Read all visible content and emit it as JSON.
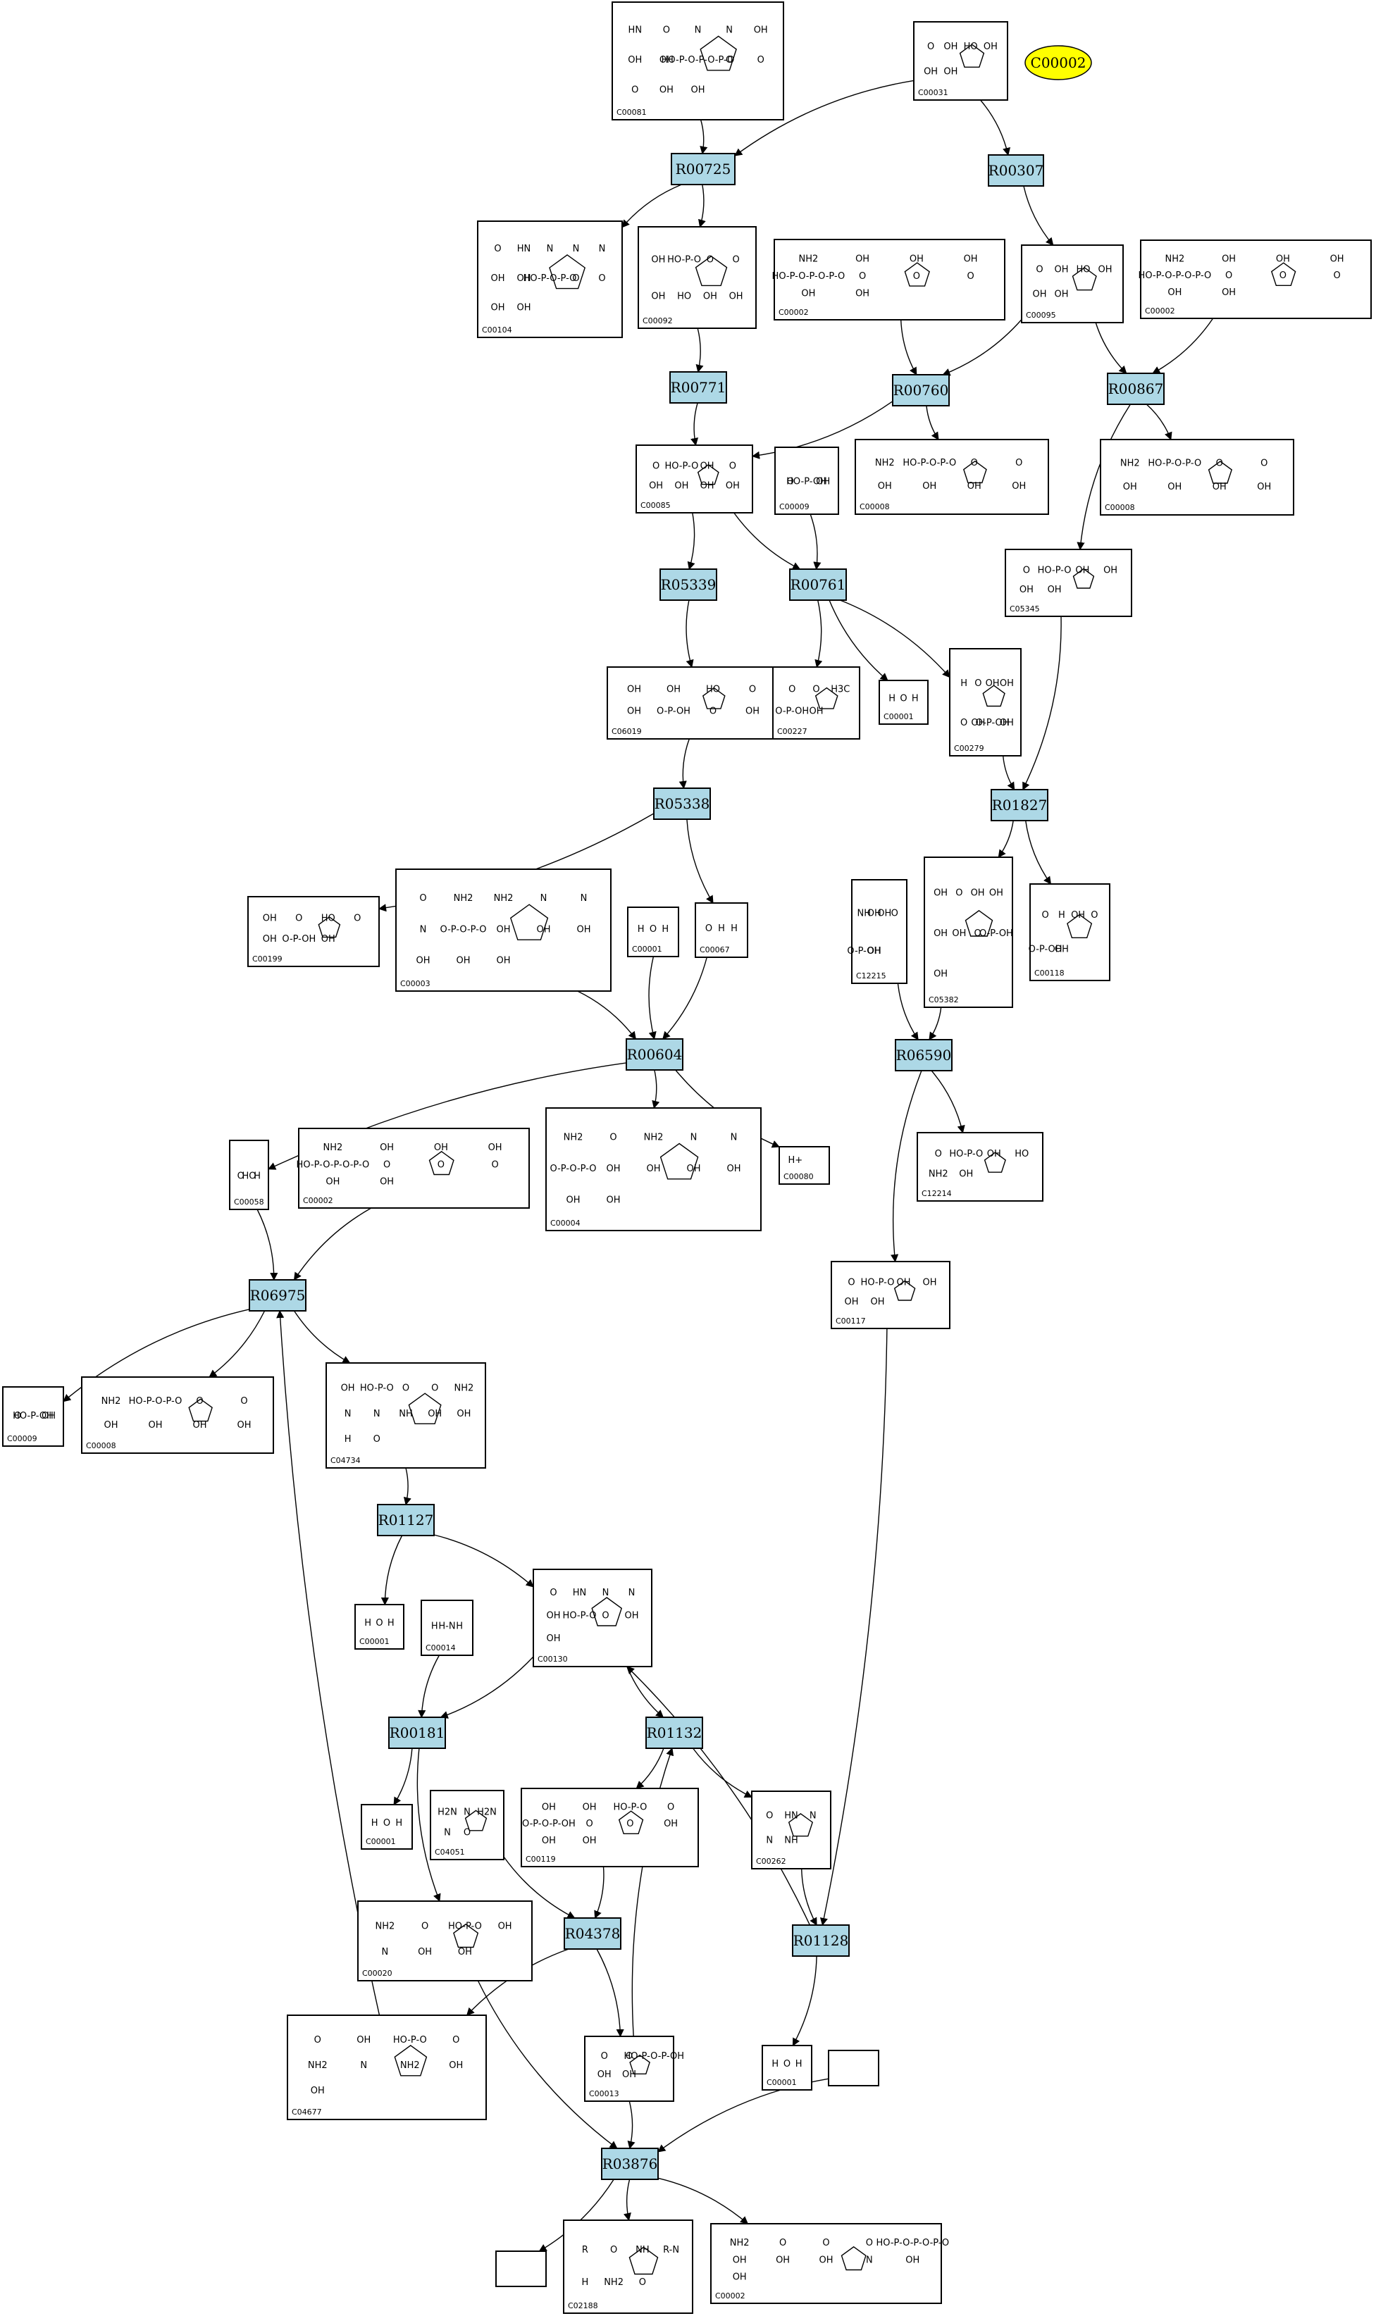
{
  "highlight": {
    "label": "C00002",
    "color": "#ffff00"
  },
  "colors": {
    "reaction_fill": "#add8e6",
    "compound_fill": "#ffffff",
    "stroke": "#000000"
  },
  "reactions": [
    {
      "id": "R00725",
      "label": "R00725"
    },
    {
      "id": "R00307",
      "label": "R00307"
    },
    {
      "id": "R00771",
      "label": "R00771"
    },
    {
      "id": "R00760",
      "label": "R00760"
    },
    {
      "id": "R00867",
      "label": "R00867"
    },
    {
      "id": "R05339",
      "label": "R05339"
    },
    {
      "id": "R00761",
      "label": "R00761"
    },
    {
      "id": "R05338",
      "label": "R05338"
    },
    {
      "id": "R01827",
      "label": "R01827"
    },
    {
      "id": "R00604",
      "label": "R00604"
    },
    {
      "id": "R06590",
      "label": "R06590"
    },
    {
      "id": "R06975",
      "label": "R06975"
    },
    {
      "id": "R01127",
      "label": "R01127"
    },
    {
      "id": "R00181",
      "label": "R00181"
    },
    {
      "id": "R01132",
      "label": "R01132"
    },
    {
      "id": "R04378",
      "label": "R04378"
    },
    {
      "id": "R01128",
      "label": "R01128"
    },
    {
      "id": "R03876",
      "label": "R03876"
    }
  ],
  "compounds": [
    {
      "id": "c_C00081",
      "label": "C00081",
      "texts": [
        "HN",
        "O",
        "N",
        "N",
        "OH",
        "OH",
        "OH",
        "HO-P-O-P-O-P-O",
        "O",
        "O",
        "O",
        "OH",
        "OH"
      ]
    },
    {
      "id": "c_C00031",
      "label": "C00031",
      "texts": [
        "O",
        "OH",
        "HO",
        "OH",
        "OH",
        "OH"
      ]
    },
    {
      "id": "c_C00104",
      "label": "C00104",
      "texts": [
        "O",
        "HN",
        "N",
        "N",
        "N",
        "OH",
        "OH",
        "HO-P-O-P-O",
        "O",
        "O",
        "OH",
        "OH"
      ]
    },
    {
      "id": "c_C00092",
      "label": "C00092",
      "texts": [
        "OH",
        "HO-P-O",
        "O",
        "O",
        "OH",
        "HO",
        "OH",
        "OH"
      ]
    },
    {
      "id": "c_C00002a",
      "label": "C00002",
      "texts": [
        "NH2",
        "OH",
        "OH",
        "OH",
        "HO-P-O-P-O-P-O",
        "O",
        "O",
        "O",
        "OH",
        "OH"
      ]
    },
    {
      "id": "c_C00095",
      "label": "C00095",
      "texts": [
        "O",
        "OH",
        "HO",
        "OH",
        "OH",
        "OH"
      ]
    },
    {
      "id": "c_C00002b",
      "label": "C00002",
      "texts": [
        "NH2",
        "OH",
        "OH",
        "OH",
        "HO-P-O-P-O-P-O",
        "O",
        "O",
        "O",
        "OH",
        "OH"
      ]
    },
    {
      "id": "c_C00085",
      "label": "C00085",
      "texts": [
        "O",
        "HO-P-O",
        "OH",
        "O",
        "OH",
        "OH",
        "OH",
        "OH"
      ]
    },
    {
      "id": "c_C00009a",
      "label": "C00009",
      "texts": [
        "O",
        "HO-P-OH",
        "OH"
      ]
    },
    {
      "id": "c_C00008a",
      "label": "C00008",
      "texts": [
        "NH2",
        "HO-P-O-P-O",
        "O",
        "O",
        "OH",
        "OH",
        "OH",
        "OH"
      ]
    },
    {
      "id": "c_C00008b",
      "label": "C00008",
      "texts": [
        "NH2",
        "HO-P-O-P-O",
        "O",
        "O",
        "OH",
        "OH",
        "OH",
        "OH"
      ]
    },
    {
      "id": "c_C05345",
      "label": "C05345",
      "texts": [
        "O",
        "HO-P-O",
        "OH",
        "OH",
        "OH",
        "OH"
      ]
    },
    {
      "id": "c_C06019",
      "label": "C06019",
      "texts": [
        "OH",
        "OH",
        "HO",
        "O",
        "OH",
        "O-P-OH",
        "O",
        "OH"
      ]
    },
    {
      "id": "c_C00227",
      "label": "C00227",
      "texts": [
        "O",
        "O",
        "H3C",
        "O-P-OH",
        "OH"
      ]
    },
    {
      "id": "c_C00001a",
      "label": "C00001",
      "texts": [
        "H",
        "O",
        "H"
      ]
    },
    {
      "id": "c_C00279",
      "label": "C00279",
      "texts": [
        "H",
        "O",
        "OH",
        "OH",
        "O",
        "OH",
        "O-P-OH",
        "OH"
      ]
    },
    {
      "id": "c_C00199",
      "label": "C00199",
      "texts": [
        "OH",
        "O",
        "HO",
        "O",
        "OH",
        "O-P-OH",
        "OH"
      ]
    },
    {
      "id": "c_C00003",
      "label": "C00003",
      "texts": [
        "O",
        "NH2",
        "NH2",
        "N",
        "N",
        "N",
        "O-P-O-P-O",
        "OH",
        "OH",
        "OH",
        "OH",
        "OH",
        "OH"
      ]
    },
    {
      "id": "c_C00001b",
      "label": "C00001",
      "texts": [
        "H",
        "O",
        "H"
      ]
    },
    {
      "id": "c_C00067",
      "label": "C00067",
      "texts": [
        "O",
        "H",
        "H"
      ]
    },
    {
      "id": "c_C12215",
      "label": "C12215",
      "texts": [
        "NH",
        "OH",
        "OH",
        "O",
        "O-P-OH",
        "OH"
      ]
    },
    {
      "id": "c_C05382",
      "label": "C05382",
      "texts": [
        "OH",
        "O",
        "OH",
        "OH",
        "OH",
        "OH",
        "O",
        "O-P-OH",
        "OH"
      ]
    },
    {
      "id": "c_C00118",
      "label": "C00118",
      "texts": [
        "O",
        "H",
        "OH",
        "O",
        "O-P-OH",
        "OH"
      ]
    },
    {
      "id": "c_C00058",
      "label": "C00058",
      "texts": [
        "O",
        "HO",
        "H"
      ]
    },
    {
      "id": "c_C00002c",
      "label": "C00002",
      "texts": [
        "NH2",
        "OH",
        "OH",
        "OH",
        "HO-P-O-P-O-P-O",
        "O",
        "O",
        "O",
        "OH",
        "OH"
      ]
    },
    {
      "id": "c_C00004",
      "label": "C00004",
      "texts": [
        "NH2",
        "O",
        "NH2",
        "N",
        "N",
        "O-P-O-P-O",
        "OH",
        "OH",
        "OH",
        "OH",
        "OH",
        "OH"
      ]
    },
    {
      "id": "c_C00080",
      "label": "C00080",
      "texts": [
        "H+"
      ]
    },
    {
      "id": "c_C12214",
      "label": "C12214",
      "texts": [
        "O",
        "HO-P-O",
        "OH",
        "HO",
        "NH2",
        "OH"
      ]
    },
    {
      "id": "c_C00117",
      "label": "C00117",
      "texts": [
        "O",
        "HO-P-O",
        "OH",
        "OH",
        "OH",
        "OH"
      ]
    },
    {
      "id": "c_C00009b",
      "label": "C00009",
      "texts": [
        "O",
        "HO-P-OH",
        "OH"
      ]
    },
    {
      "id": "c_C00008c",
      "label": "C00008",
      "texts": [
        "NH2",
        "HO-P-O-P-O",
        "O",
        "O",
        "OH",
        "OH",
        "OH",
        "OH"
      ]
    },
    {
      "id": "c_C04734",
      "label": "C04734",
      "texts": [
        "OH",
        "HO-P-O",
        "O",
        "O",
        "NH2",
        "N",
        "N",
        "NH",
        "OH",
        "OH",
        "H",
        "O"
      ]
    },
    {
      "id": "c_C00001c",
      "label": "C00001",
      "texts": [
        "H",
        "O",
        "H"
      ]
    },
    {
      "id": "c_C00014",
      "label": "C00014",
      "texts": [
        "H",
        "H-N",
        "H"
      ]
    },
    {
      "id": "c_C00130",
      "label": "C00130",
      "texts": [
        "O",
        "HN",
        "N",
        "N",
        "OH",
        "HO-P-O",
        "O",
        "OH",
        "OH"
      ]
    },
    {
      "id": "c_C00001d",
      "label": "C00001",
      "texts": [
        "H",
        "O",
        "H"
      ]
    },
    {
      "id": "c_C04051",
      "label": "C04051",
      "texts": [
        "H2N",
        "N",
        "H2N",
        "N",
        "O"
      ]
    },
    {
      "id": "c_C00119",
      "label": "C00119",
      "texts": [
        "OH",
        "OH",
        "HO-P-O",
        "O",
        "O-P-O-P-OH",
        "O",
        "O",
        "OH",
        "OH",
        "OH"
      ]
    },
    {
      "id": "c_C00262",
      "label": "C00262",
      "texts": [
        "O",
        "HN",
        "N",
        "N",
        "NH"
      ]
    },
    {
      "id": "c_C00020",
      "label": "C00020",
      "texts": [
        "NH2",
        "O",
        "HO-P-O",
        "OH",
        "N",
        "OH",
        "OH"
      ]
    },
    {
      "id": "c_C04677",
      "label": "C04677",
      "texts": [
        "O",
        "OH",
        "HO-P-O",
        "O",
        "NH2",
        "N",
        "NH2",
        "OH",
        "OH"
      ]
    },
    {
      "id": "c_C00013",
      "label": "C00013",
      "texts": [
        "O",
        "O",
        "HO-P-O-P-OH",
        "OH",
        "OH"
      ]
    },
    {
      "id": "c_C00001e",
      "label": "C00001",
      "texts": [
        "H",
        "O",
        "H"
      ]
    },
    {
      "id": "c_blank1",
      "label": "",
      "texts": []
    },
    {
      "id": "c_blank2",
      "label": "",
      "texts": []
    },
    {
      "id": "c_C02188",
      "label": "C02188",
      "texts": [
        "R",
        "O",
        "NH",
        "R-N",
        "H",
        "NH2",
        "O"
      ]
    },
    {
      "id": "c_C00002d",
      "label": "C00002",
      "texts": [
        "NH2",
        "O",
        "O",
        "O",
        "HO-P-O-P-O-P-O",
        "OH",
        "OH",
        "OH",
        "N",
        "OH",
        "OH"
      ]
    }
  ],
  "edges": [
    [
      "c_C00081",
      "R00725"
    ],
    [
      "c_C00031",
      "R00725"
    ],
    [
      "c_C00031",
      "R00307"
    ],
    [
      "R00725",
      "c_C00104"
    ],
    [
      "R00725",
      "c_C00092"
    ],
    [
      "R00307",
      "c_C00095"
    ],
    [
      "c_C00092",
      "R00771"
    ],
    [
      "c_C00002a",
      "R00760"
    ],
    [
      "c_C00095",
      "R00760"
    ],
    [
      "c_C00095",
      "R00867"
    ],
    [
      "c_C00002b",
      "R00867"
    ],
    [
      "R00771",
      "c_C00085"
    ],
    [
      "R00760",
      "c_C00085"
    ],
    [
      "R00760",
      "c_C00008a"
    ],
    [
      "R00867",
      "c_C00008b"
    ],
    [
      "R00867",
      "c_C05345"
    ],
    [
      "c_C00085",
      "R05339"
    ],
    [
      "c_C00085",
      "R00761"
    ],
    [
      "c_C00009a",
      "R00761"
    ],
    [
      "R05339",
      "c_C06019"
    ],
    [
      "R00761",
      "c_C00227"
    ],
    [
      "R00761",
      "c_C00001a"
    ],
    [
      "R00761",
      "c_C00279"
    ],
    [
      "c_C00279",
      "R01827"
    ],
    [
      "c_C05345",
      "R01827"
    ],
    [
      "c_C06019",
      "R05338"
    ],
    [
      "R05338",
      "c_C00199"
    ],
    [
      "R05338",
      "c_C00067"
    ],
    [
      "R01827",
      "c_C05382"
    ],
    [
      "R01827",
      "c_C00118"
    ],
    [
      "c_C00003",
      "R00604"
    ],
    [
      "c_C00001b",
      "R00604"
    ],
    [
      "c_C00067",
      "R00604"
    ],
    [
      "c_C12215",
      "R06590"
    ],
    [
      "c_C05382",
      "R06590"
    ],
    [
      "R00604",
      "c_C00058"
    ],
    [
      "R00604",
      "c_C00004"
    ],
    [
      "R00604",
      "c_C00080"
    ],
    [
      "R06590",
      "c_C12214"
    ],
    [
      "R06590",
      "c_C00117"
    ],
    [
      "c_C00058",
      "R06975"
    ],
    [
      "c_C00002c",
      "R06975"
    ],
    [
      "c_C04677",
      "R06975"
    ],
    [
      "R06975",
      "c_C00009b"
    ],
    [
      "R06975",
      "c_C00008c"
    ],
    [
      "R06975",
      "c_C04734"
    ],
    [
      "c_C04734",
      "R01127"
    ],
    [
      "R01127",
      "c_C00001c"
    ],
    [
      "R01127",
      "c_C00130"
    ],
    [
      "c_C00014",
      "R00181"
    ],
    [
      "c_C00130",
      "R00181"
    ],
    [
      "c_C00130",
      "R01132"
    ],
    [
      "R00181",
      "c_C00001d"
    ],
    [
      "R00181",
      "c_C00020"
    ],
    [
      "R01132",
      "c_C00119"
    ],
    [
      "R01132",
      "c_C00262"
    ],
    [
      "c_C00013",
      "R01132"
    ],
    [
      "c_C04051",
      "R04378"
    ],
    [
      "c_C00119",
      "R04378"
    ],
    [
      "c_C00262",
      "R01128"
    ],
    [
      "c_C00117",
      "R01128"
    ],
    [
      "R01128",
      "c_C00130"
    ],
    [
      "R01128",
      "c_C00001e"
    ],
    [
      "R04378",
      "c_C04677"
    ],
    [
      "R04378",
      "c_C00013"
    ],
    [
      "c_C00020",
      "R03876"
    ],
    [
      "c_C00013",
      "R03876"
    ],
    [
      "c_blank1",
      "R03876"
    ],
    [
      "R03876",
      "c_blank2"
    ],
    [
      "R03876",
      "c_C02188"
    ],
    [
      "R03876",
      "c_C00002d"
    ]
  ]
}
